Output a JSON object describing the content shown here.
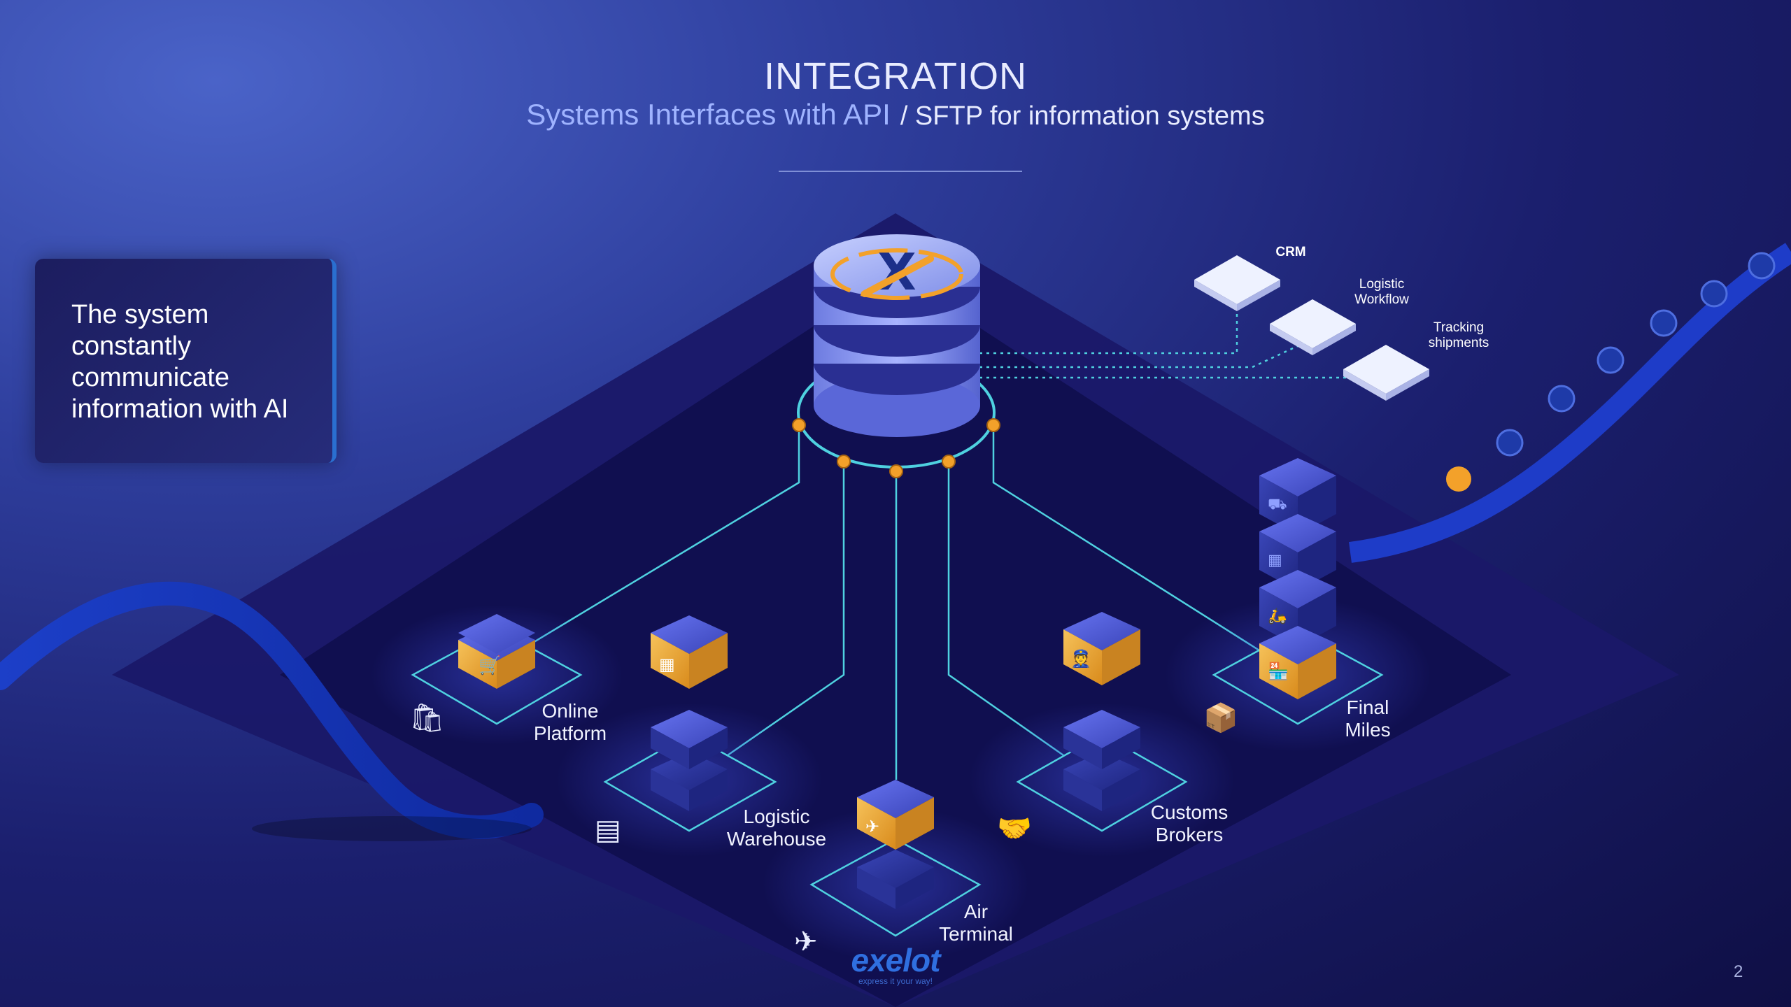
{
  "header": {
    "title": "INTEGRATION",
    "subtitle_main": "Systems Interfaces with API",
    "subtitle_extra": "/ SFTP for information systems"
  },
  "info_box": {
    "text": "The system constantly communicate information with AI"
  },
  "nodes": [
    {
      "label_line1": "Online",
      "label_line2": "Platform",
      "icon": "shopping-cart-icon"
    },
    {
      "label_line1": "Logistic",
      "label_line2": "Warehouse",
      "icon": "warehouse-icon"
    },
    {
      "label_line1": "Air",
      "label_line2": "Terminal",
      "icon": "airplane-icon"
    },
    {
      "label_line1": "Customs",
      "label_line2": "Brokers",
      "icon": "customs-officer-icon"
    },
    {
      "label_line1": "Final",
      "label_line2": "Miles",
      "icon": "store-icon"
    }
  ],
  "systems": [
    {
      "label_line1": "CRM",
      "label_line2": ""
    },
    {
      "label_line1": "Logistic",
      "label_line2": "Workflow"
    },
    {
      "label_line1": "Tracking",
      "label_line2": "shipments"
    }
  ],
  "brand": {
    "name": "exelot",
    "tagline": "express it your way!"
  },
  "page_number": "2",
  "colors": {
    "accent_orange": "#f3a12a",
    "connector_cyan": "#4fd1e0",
    "platform": "#16156a",
    "cube_top": "#4756d6"
  }
}
